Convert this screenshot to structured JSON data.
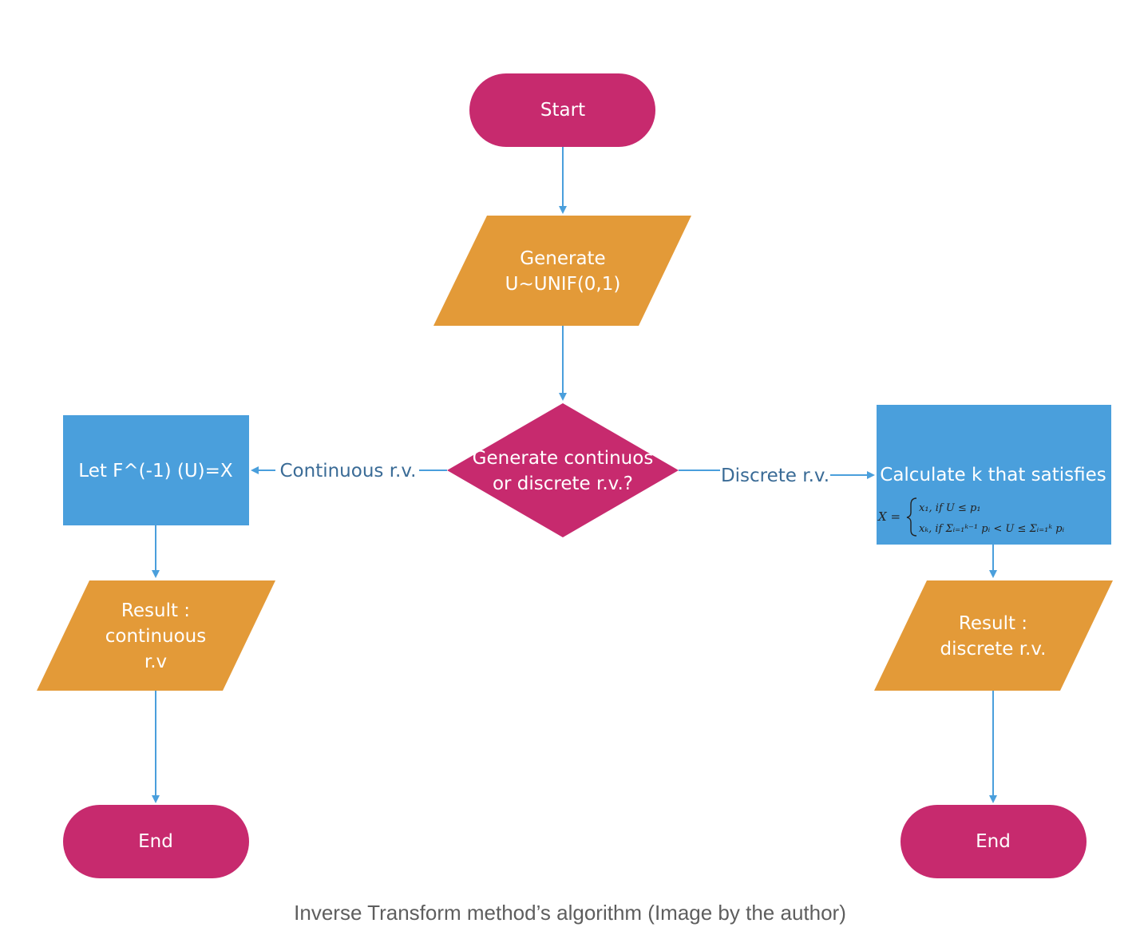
{
  "colors": {
    "terminal": "#c72a6e",
    "io": "#e39a38",
    "process": "#4a9fdc",
    "decision": "#c72a6e",
    "arrow": "#4a9fdc"
  },
  "nodes": {
    "start": {
      "label": "Start"
    },
    "generate_u": {
      "line1": "Generate",
      "line2": "U~UNIF(0,1)"
    },
    "decision": {
      "line1": "Generate continuos",
      "line2": "or discrete r.v.?"
    },
    "left_process": {
      "label": "Let F^(-1) (U)=X"
    },
    "left_result": {
      "line1": "Result :",
      "line2": "continuous",
      "line3": "r.v"
    },
    "left_end": {
      "label": "End"
    },
    "right_process": {
      "label": "Calculate k that satisfies",
      "formula_lhs": "X =",
      "formula_row1": "x₁,   if U ≤ p₁",
      "formula_row2": "xₖ,   if Σᵢ₌₁ᵏ⁻¹ pᵢ < U ≤ Σᵢ₌₁ᵏ pᵢ"
    },
    "right_result": {
      "line1": "Result :",
      "line2": "discrete r.v."
    },
    "right_end": {
      "label": "End"
    }
  },
  "edges": {
    "continuous_label": "Continuous r.v.",
    "discrete_label": "Discrete r.v."
  },
  "caption": "Inverse Transform method’s algorithm (Image by the author)"
}
